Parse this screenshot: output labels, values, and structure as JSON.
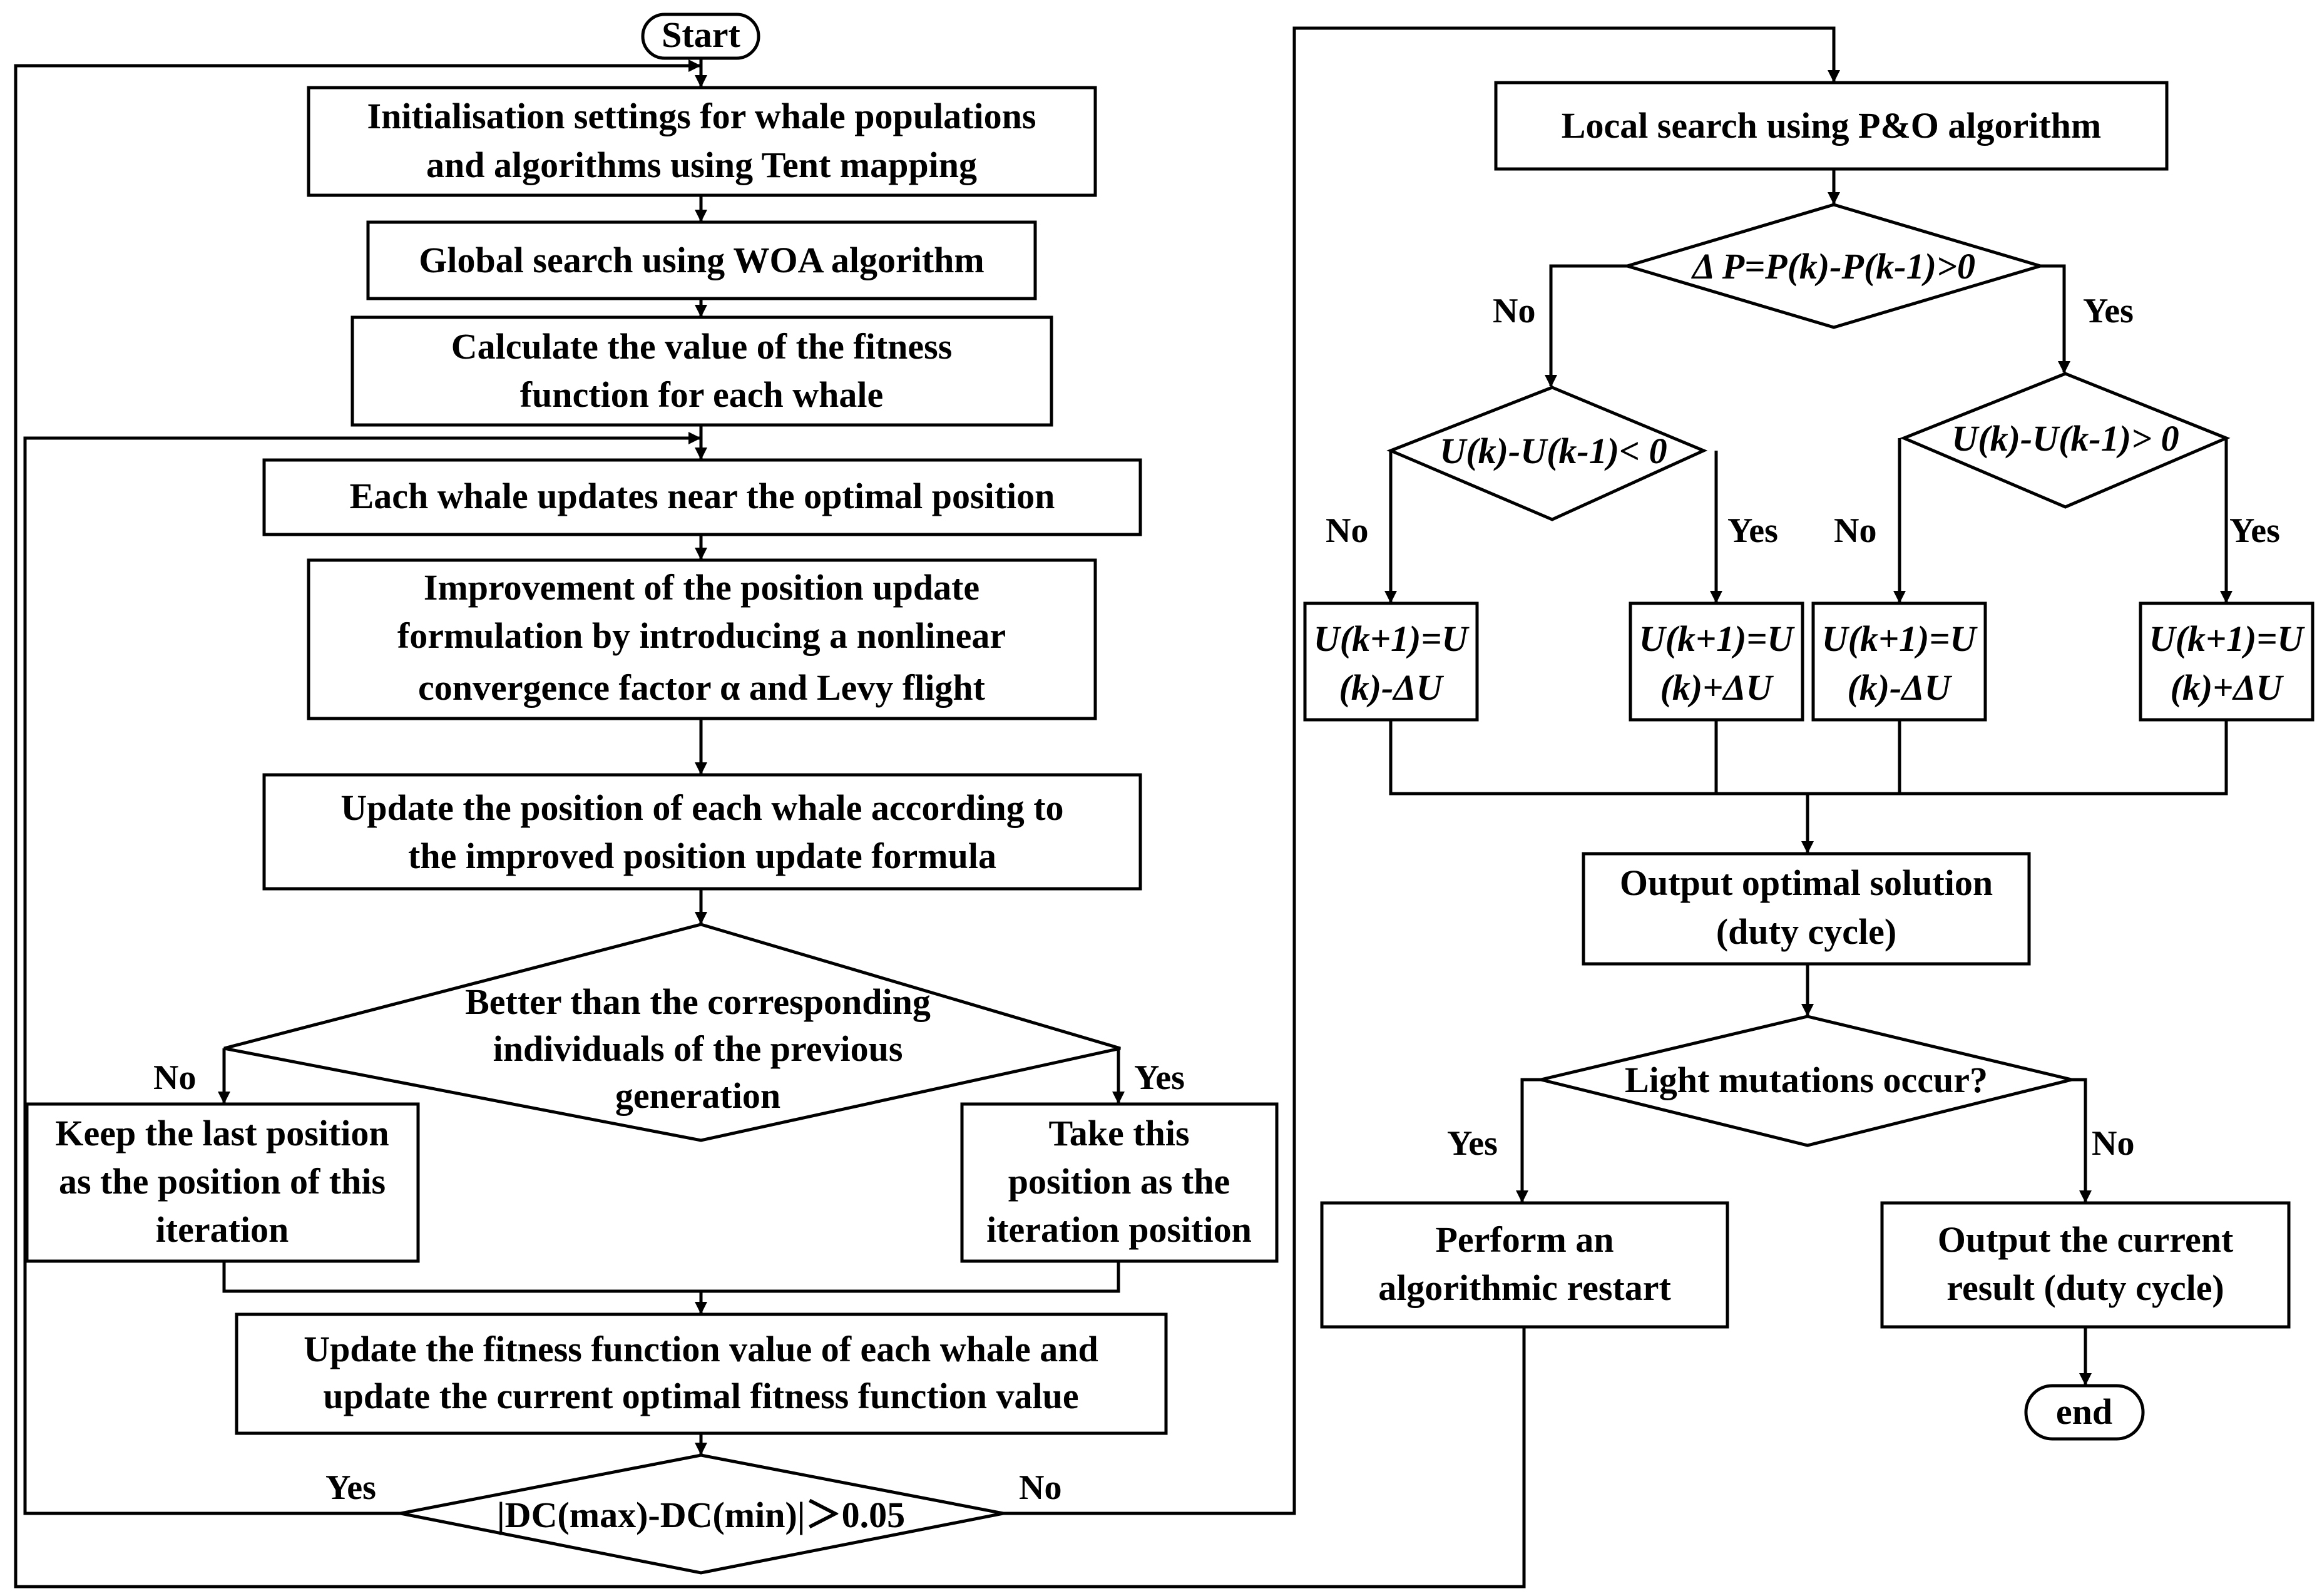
{
  "flowchart": {
    "start": "Start",
    "init": [
      "Initialisation settings for whale populations",
      "and algorithms using Tent mapping"
    ],
    "global_search": "Global search using WOA algorithm",
    "calc_fitness": [
      "Calculate the value of the fitness",
      "function for each whale"
    ],
    "update_near": "Each whale updates near the optimal position",
    "improvement": [
      "Improvement of the position update",
      "formulation by introducing a nonlinear",
      "convergence factor  α  and Levy flight"
    ],
    "update_position": [
      "Update the position of each whale according to",
      "the improved position update formula"
    ],
    "better_decision": [
      "Better than the corresponding",
      "individuals of the previous",
      "generation"
    ],
    "keep_last": [
      "Keep the last position",
      "as the position of this",
      "iteration"
    ],
    "take_this": [
      "Take this",
      "position as the",
      "iteration position"
    ],
    "update_fitness": [
      "Update the fitness function value of each whale and",
      "update the current optimal fitness function value"
    ],
    "dc_decision": "|DC(max)-DC(min)|＞0.05",
    "local_search": "Local search using P&O algorithm",
    "dp_decision": "Δ P=P(k)-P(k-1)>0",
    "du_neg_decision": "U(k)-U(k-1)< 0",
    "du_pos_decision": "U(k)-U(k-1)> 0",
    "u_minus": [
      "U(k+1)=U",
      "(k)-ΔU"
    ],
    "u_plus": [
      "U(k+1)=U",
      "(k)+ΔU"
    ],
    "output_optimal": [
      "Output optimal solution",
      "(duty cycle)"
    ],
    "light_decision": "Light mutations occur?",
    "restart": [
      "Perform an",
      "algorithmic restart"
    ],
    "output_current": [
      "Output the current",
      "result (duty cycle)"
    ],
    "end": "end",
    "labels": {
      "yes": "Yes",
      "no": "No"
    }
  }
}
